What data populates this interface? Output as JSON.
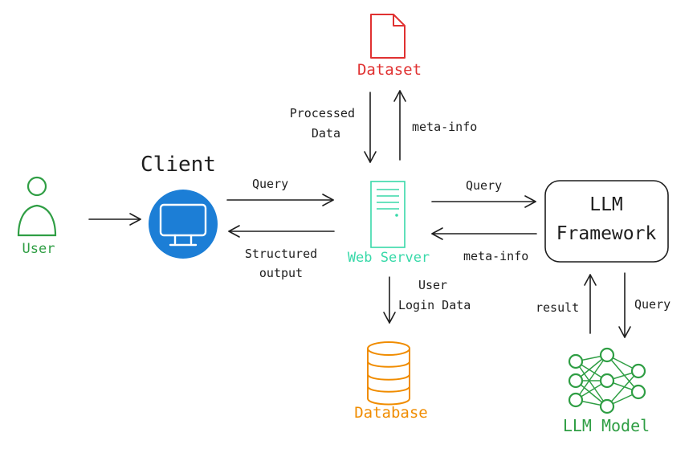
{
  "colors": {
    "ink": "#1e1e1e",
    "user": "#2f9e44",
    "client_fill": "#1c7ed6",
    "dataset": "#e03131",
    "web_server": "#38d9a9",
    "database": "#f08c00",
    "llm_model": "#2f9e44"
  },
  "nodes": {
    "user": {
      "label": "User",
      "icon": "person-icon"
    },
    "client": {
      "label": "Client",
      "icon": "monitor-icon"
    },
    "dataset": {
      "label": "Dataset",
      "icon": "file-icon"
    },
    "web_server": {
      "label": "Web Server",
      "icon": "server-tower-icon"
    },
    "database": {
      "label": "Database",
      "icon": "database-cylinder-icon"
    },
    "llm_framework": {
      "label_line1": "LLM",
      "label_line2": "Framework"
    },
    "llm_model": {
      "label": "LLM Model",
      "icon": "neural-network-icon"
    }
  },
  "edges": {
    "client_to_server": {
      "label": "Query"
    },
    "server_to_client": {
      "label_line1": "Structured",
      "label_line2": "output"
    },
    "dataset_to_server": {
      "label_line1": "Processed",
      "label_line2": "Data"
    },
    "server_to_dataset": {
      "label": "meta-info"
    },
    "server_to_framework": {
      "label": "Query"
    },
    "framework_to_server": {
      "label": "meta-info"
    },
    "server_to_database": {
      "label_line1": "User",
      "label_line2": "Login Data"
    },
    "model_to_framework": {
      "label": "result"
    },
    "framework_to_model": {
      "label": "Query"
    }
  }
}
